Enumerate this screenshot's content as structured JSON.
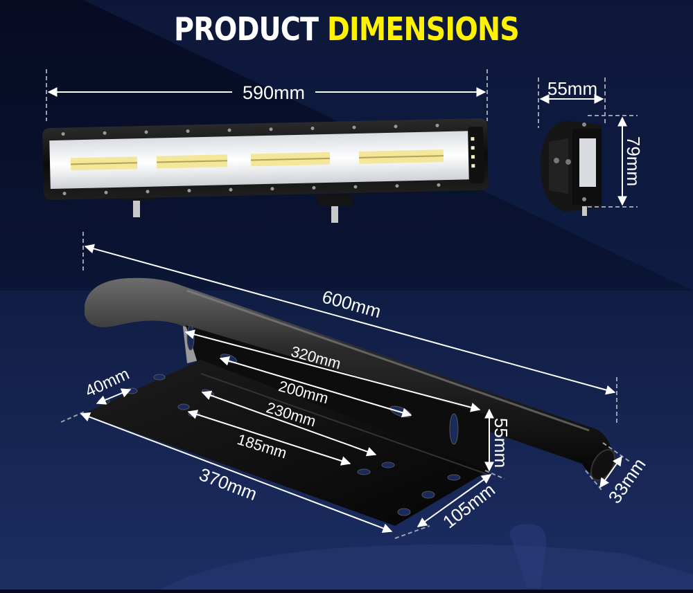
{
  "header": {
    "title_part1": "PRODUCT",
    "title_part2": "DIMENSIONS"
  },
  "colors": {
    "title_white": "#ffffff",
    "title_accent": "#fff200",
    "background_dark": "#05091f",
    "background_blue": "#1a2a5c",
    "dimension_lines": "#ffffff",
    "extension_lines": "#9aa0b0"
  },
  "light_bar": {
    "length_label": "590mm",
    "side_width_label": "55mm",
    "side_height_label": "79mm"
  },
  "bracket": {
    "overall_length_label": "600mm",
    "slot_span_top_label": "320mm",
    "hole_span_1_label": "200mm",
    "hole_span_2_label": "230mm",
    "hole_span_3_label": "185mm",
    "plate_depth_label": "40mm",
    "plate_length_label": "370mm",
    "plate_width_label": "105mm",
    "upright_height_label": "55mm",
    "tube_diameter_label": "33mm"
  }
}
